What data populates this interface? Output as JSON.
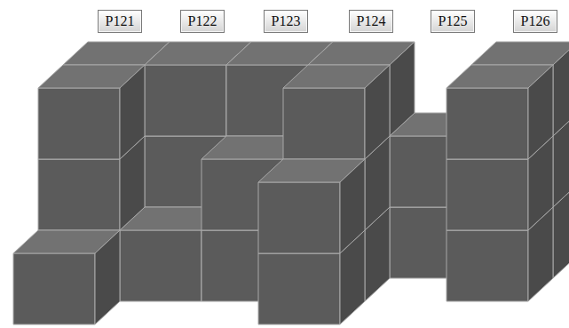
{
  "diagram": {
    "nodes": [
      {
        "text": [
          "P121"
        ]
      },
      {
        "text": [
          "P122"
        ]
      },
      {
        "text": [
          "P123"
        ]
      },
      {
        "text": [
          "P124"
        ]
      },
      {
        "text": [
          "P125"
        ]
      },
      {
        "text": [
          "P126"
        ]
      }
    ]
  }
}
